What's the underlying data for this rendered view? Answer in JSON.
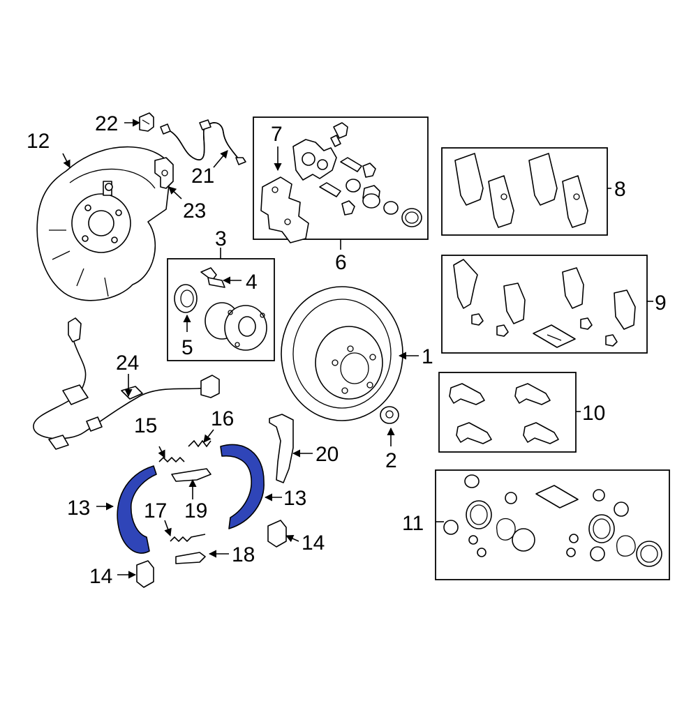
{
  "colors": {
    "highlight": "#2f45b8",
    "line": "#000000",
    "background": "#ffffff"
  },
  "callouts": {
    "c1": "1",
    "c2": "2",
    "c3": "3",
    "c4": "4",
    "c5": "5",
    "c6": "6",
    "c7": "7",
    "c8": "8",
    "c9": "9",
    "c10": "10",
    "c11": "11",
    "c12": "12",
    "c13a": "13",
    "c13b": "13",
    "c14a": "14",
    "c14b": "14",
    "c15": "15",
    "c16": "16",
    "c17": "17",
    "c18": "18",
    "c19": "19",
    "c20": "20",
    "c21": "21",
    "c22": "22",
    "c23": "23",
    "c24": "24"
  }
}
